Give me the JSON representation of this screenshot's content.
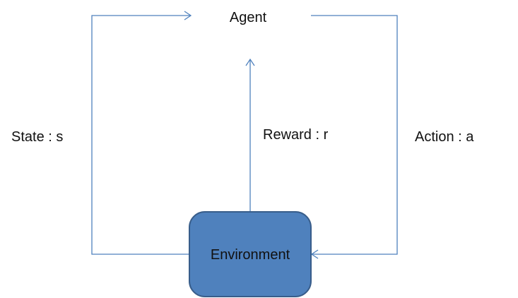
{
  "nodes": {
    "agent": {
      "label": "Agent"
    },
    "environment": {
      "label": "Environment"
    }
  },
  "edges": {
    "state": {
      "label": "State : s"
    },
    "reward": {
      "label": "Reward : r"
    },
    "action": {
      "label": "Action : a"
    }
  },
  "colors": {
    "line": "#4F81BD",
    "box_fill": "#4F81BD",
    "box_stroke": "#385D8A",
    "text": "#111111"
  }
}
